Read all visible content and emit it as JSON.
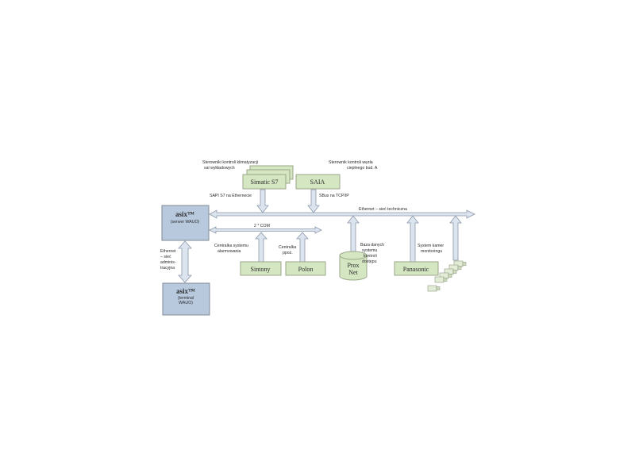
{
  "labels": {
    "sterowniki_klim": "Sterowniki kontroli klimatyzacji",
    "sal_wykladowych": "sal wykładowych",
    "sterownik_wezla": "Sterownik kontroli węzła",
    "cieplnego_bud": "cieplnego bud. A",
    "sapi": "SAPI S7 na Ethernecie",
    "sbus": "SBus na TCP/IP",
    "ethernet_tech": "Ethernet – sieć techniczna",
    "com": "2 * COM",
    "centralka_sys": "Centralka systemu",
    "alarmowania": "alarmowania",
    "centralka_ppoz": "Centralka",
    "ppoz": "ppoż.",
    "baza_1": "Baza danych",
    "baza_2": "systemu",
    "baza_3": "kontroli",
    "baza_4": "dostępu",
    "system_kamer": "System kamer",
    "monitoringu": "monitoringu",
    "eth_admin_1": "Ethernet",
    "eth_admin_2": "– sieć",
    "eth_admin_3": "adminis-",
    "eth_admin_4": "tracyjna"
  },
  "nodes": {
    "server_title": "asix™",
    "server_sub": "(serwer WAUO)",
    "terminal_title": "asix™",
    "terminal_sub_1": "(terminal",
    "terminal_sub_2": "WAUO)",
    "simatic": "Simatic S7",
    "saia": "SAIA",
    "sintony": "Sintony",
    "polon": "Polon",
    "prox_1": "Prox",
    "prox_2": "Net",
    "panasonic": "Panasonic"
  },
  "colors": {
    "server_box": "#b8c9de",
    "device_box": "#d5e6c2",
    "arrow": "#dbe4ef"
  }
}
